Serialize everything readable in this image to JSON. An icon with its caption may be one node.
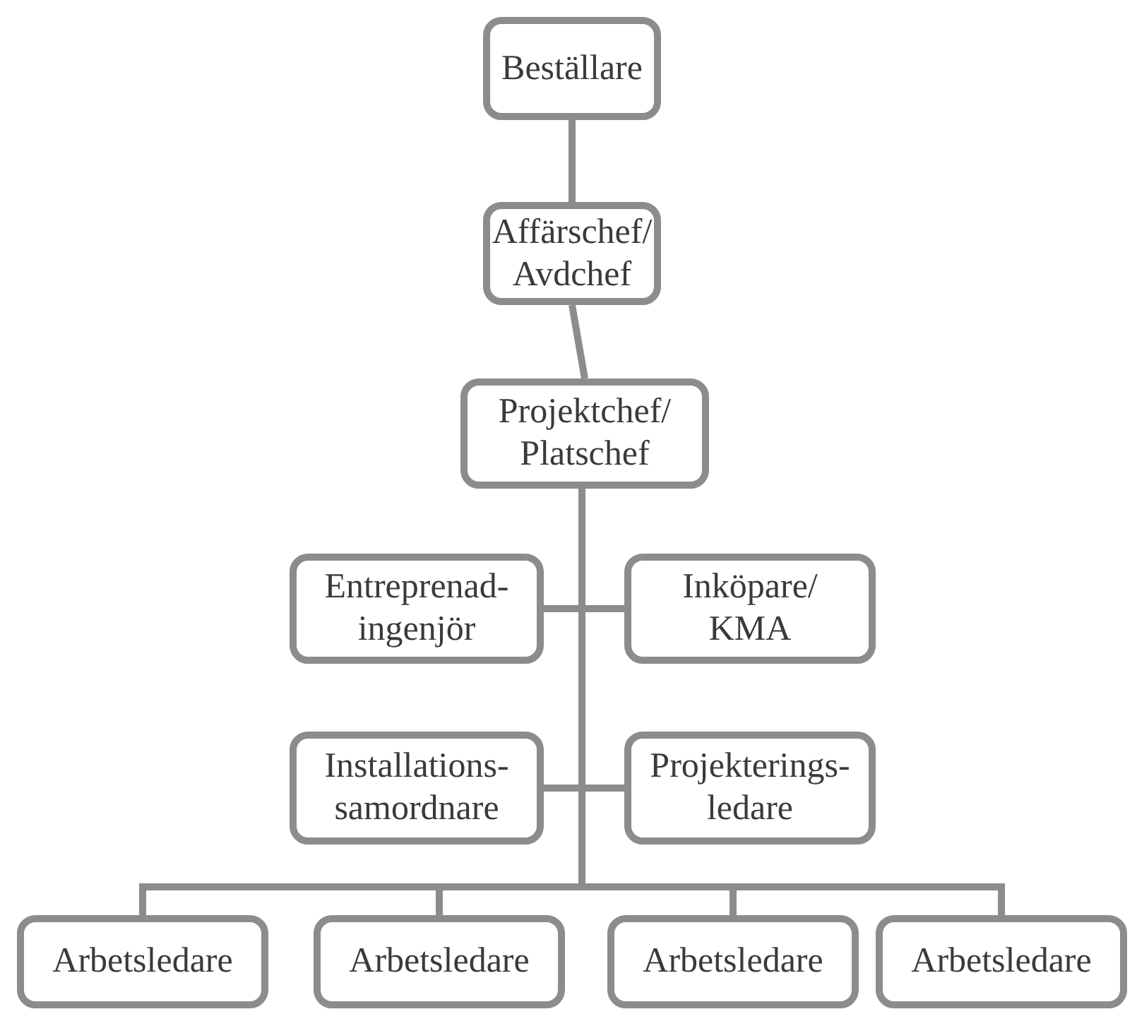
{
  "diagram": {
    "nodes": [
      {
        "text": [
          "Beställare"
        ]
      },
      {
        "text": [
          "Affärschef/ Avdchef"
        ]
      },
      {
        "text": [
          "Projektchef/ Platschef"
        ]
      },
      {
        "text": [
          "Entreprenad- ingenjör"
        ]
      },
      {
        "text": [
          "Inköpare/ KMA"
        ]
      },
      {
        "text": [
          "Installations- samordnare"
        ]
      },
      {
        "text": [
          "Projekterings- ledare"
        ]
      },
      {
        "text": [
          "Arbetsledare"
        ]
      },
      {
        "text": [
          "Arbetsledare"
        ]
      },
      {
        "text": [
          "Arbetsledare"
        ]
      },
      {
        "text": [
          "Arbetsledare"
        ]
      }
    ],
    "edges": [
      {
        "from": 0,
        "to": 1,
        "arrow": "none"
      },
      {
        "from": 1,
        "to": 2,
        "arrow": "none"
      },
      {
        "from": 2,
        "to": 3,
        "arrow": "none"
      },
      {
        "from": 2,
        "to": 4,
        "arrow": "none"
      },
      {
        "from": 2,
        "to": 5,
        "arrow": "none"
      },
      {
        "from": 2,
        "to": 6,
        "arrow": "none"
      },
      {
        "from": 2,
        "to": 7,
        "arrow": "none"
      },
      {
        "from": 2,
        "to": 8,
        "arrow": "none"
      },
      {
        "from": 2,
        "to": 9,
        "arrow": "none"
      },
      {
        "from": 2,
        "to": 10,
        "arrow": "none"
      }
    ]
  }
}
